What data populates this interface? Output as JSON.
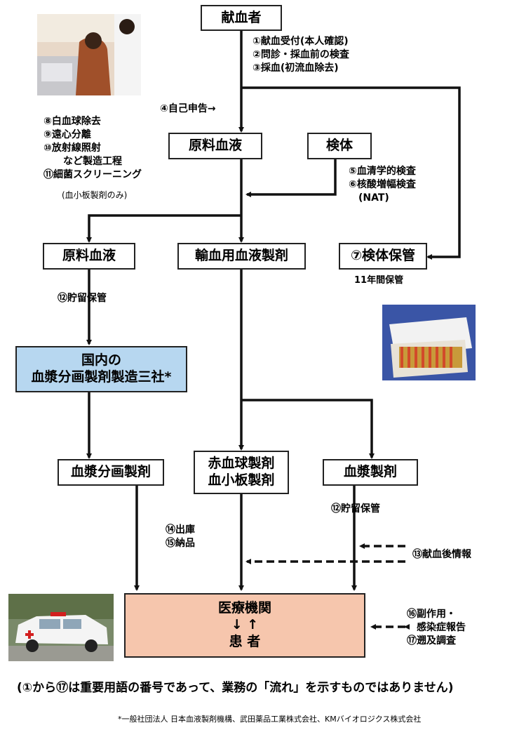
{
  "nodes": {
    "donor": "献血者",
    "raw_blood_1": "原料血液",
    "specimen": "検体",
    "raw_blood_2": "原料血液",
    "transfusion": "輸血用血液製剤",
    "specimen_storage": "⑦検体保管",
    "fractionators": [
      "国内の",
      "血漿分画製剤製造三社*"
    ],
    "plasma_derivatives": "血漿分画製剤",
    "rbc_platelet": [
      "赤血球製剤",
      "血小板製剤"
    ],
    "plasma_products": "血漿製剤",
    "hospital": [
      "医療機関",
      "↓ ↑",
      "患 者"
    ]
  },
  "labels": {
    "steps_1_3": [
      "①献血受付(本人確認)",
      "②問診・採血前の検査",
      "③採血(初流血除去)"
    ],
    "step_4": "④自己申告→",
    "steps_8_11": [
      "⑧白血球除去",
      "⑨遠心分離",
      "⑩放射線照射",
      "　　など製造工程",
      "⑪細菌スクリーニング"
    ],
    "steps_8_11_note": "(血小板製剤のみ)",
    "steps_5_6": [
      "⑤血清学的検査",
      "⑥核酸増幅検査",
      "　(NAT)"
    ],
    "storage_years": "11年間保管",
    "step_12_left": "⑫貯留保管",
    "steps_14_15": [
      "⑭出庫",
      "⑮納品"
    ],
    "step_12_right": "⑫貯留保管",
    "step_13": "⑬献血後情報",
    "steps_16_17": [
      "⑯副作用・",
      "　感染症報告",
      "⑰遡及調査"
    ]
  },
  "footnote": "(①から⑰は重要用語の番号であって、業務の「流れ」を示すものではありません)",
  "credit": "*一般社団法人 日本血液製剤機構、武田薬品工業株式会社、KMバイオロジクス株式会社",
  "colors": {
    "blue_box": "#b7d7f0",
    "salmon_box": "#f6c6ad",
    "line": "#111111"
  },
  "icons": [
    "photo-blood-donation",
    "photo-specimen-box",
    "photo-ambulance"
  ]
}
